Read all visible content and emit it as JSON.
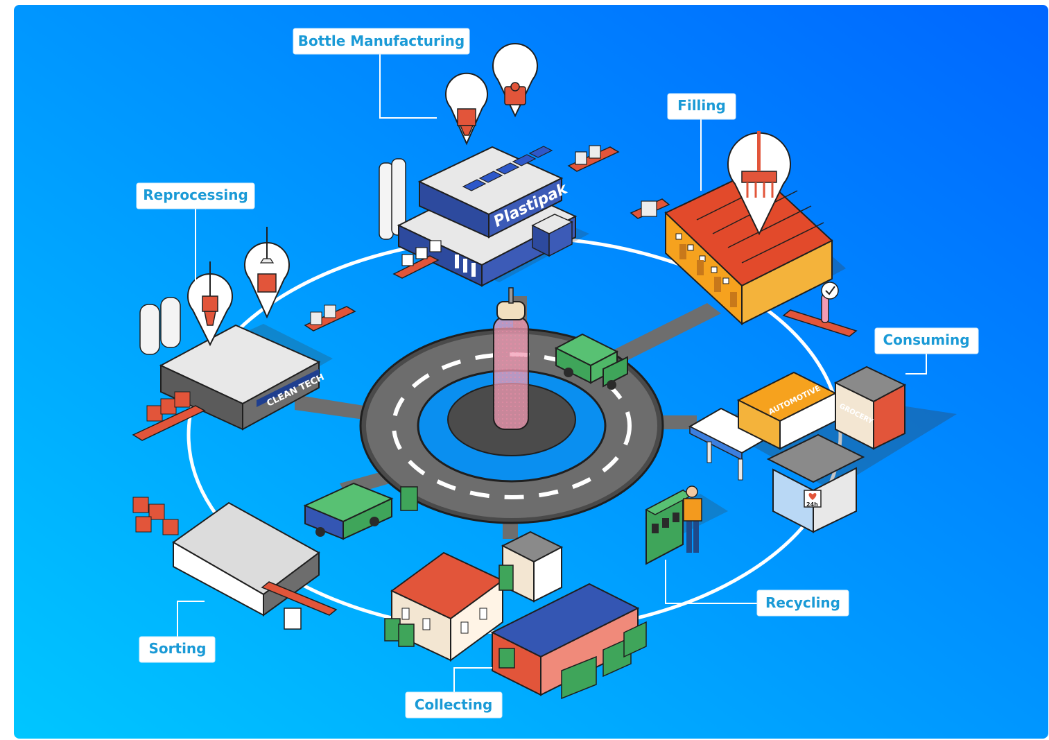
{
  "diagram": {
    "colors": {
      "bg_start": "#00c6ff",
      "bg_end": "#0066ff",
      "label_text": "#1a9ad6"
    },
    "stages": [
      {
        "id": "bottle-manufacturing",
        "label": "Bottle Manufacturing"
      },
      {
        "id": "filling",
        "label": "Filling"
      },
      {
        "id": "consuming",
        "label": "Consuming"
      },
      {
        "id": "recycling",
        "label": "Recycling"
      },
      {
        "id": "collecting",
        "label": "Collecting"
      },
      {
        "id": "sorting",
        "label": "Sorting"
      },
      {
        "id": "reprocessing",
        "label": "Reprocessing"
      }
    ],
    "signs": {
      "plastipak": "Plastipak",
      "clean_tech": "CLEAN TECH",
      "automotive": "AUTOMOTIVE",
      "grocery": "GROCERY",
      "pharmacy_hours": "24h"
    }
  }
}
